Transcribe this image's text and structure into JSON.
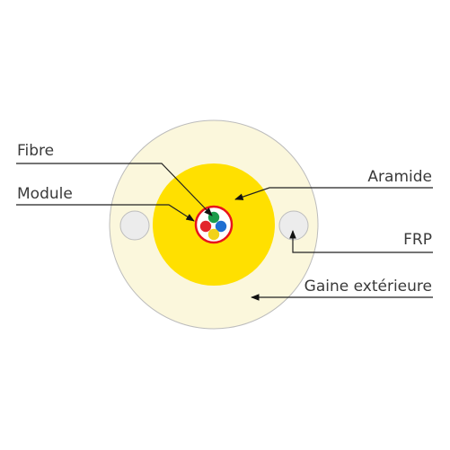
{
  "labels": {
    "fibre": "Fibre",
    "module": "Module",
    "aramide": "Aramide",
    "frp": "FRP",
    "gaine": "Gaine extérieure"
  },
  "colors": {
    "outer_sheath": "#fbf7dc",
    "outer_sheath_stroke": "#bcbcbc",
    "aramid_yarn": "#ffe000",
    "aramid_stroke": "#d8c200",
    "module_ring": "#e8141c",
    "module_fill": "#ffffff",
    "frp_fill": "#ececec",
    "frp_stroke": "#bdbdbd",
    "fiber_green": "#1a9c4a",
    "fiber_red": "#e3262c",
    "fiber_blue": "#1f6fd1",
    "fiber_yellow": "#f2d21a"
  }
}
